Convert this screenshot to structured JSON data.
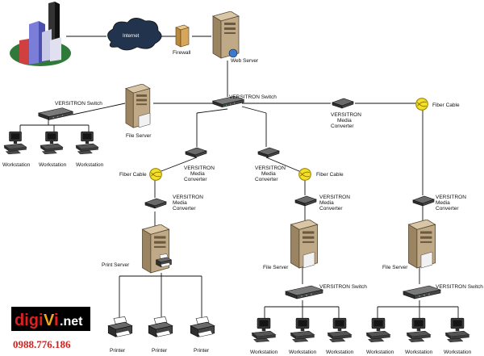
{
  "labels": {
    "internet": "Internet",
    "firewall": "Firewall",
    "web_server": "Web Server",
    "switch_top": "VERSITRON Switch",
    "switch_left": "VERSITRON Switch",
    "file_server_left": "File Server",
    "workstation": "Workstation",
    "fiber_cable": "Fiber Cable",
    "media_converter_line1": "VERSITRON",
    "media_converter_line2": "Media",
    "media_converter_line3": "Converter",
    "print_server": "Print Server",
    "printer": "Printer",
    "file_server": "File Server",
    "switch_bottom": "VERSITRON Switch"
  },
  "brand": {
    "logo_part1": "digi",
    "logo_part2": "V",
    "logo_part3": "i",
    "logo_part4": ".net",
    "phone": "0988.776.186"
  },
  "colors": {
    "tower": "#bfa987",
    "device": "#3b3b3b",
    "fiber": "#f2e02a",
    "cloud": "#22334d",
    "logo_red": "#e02020",
    "logo_orange": "#f2a516",
    "phone": "#d4211c"
  }
}
